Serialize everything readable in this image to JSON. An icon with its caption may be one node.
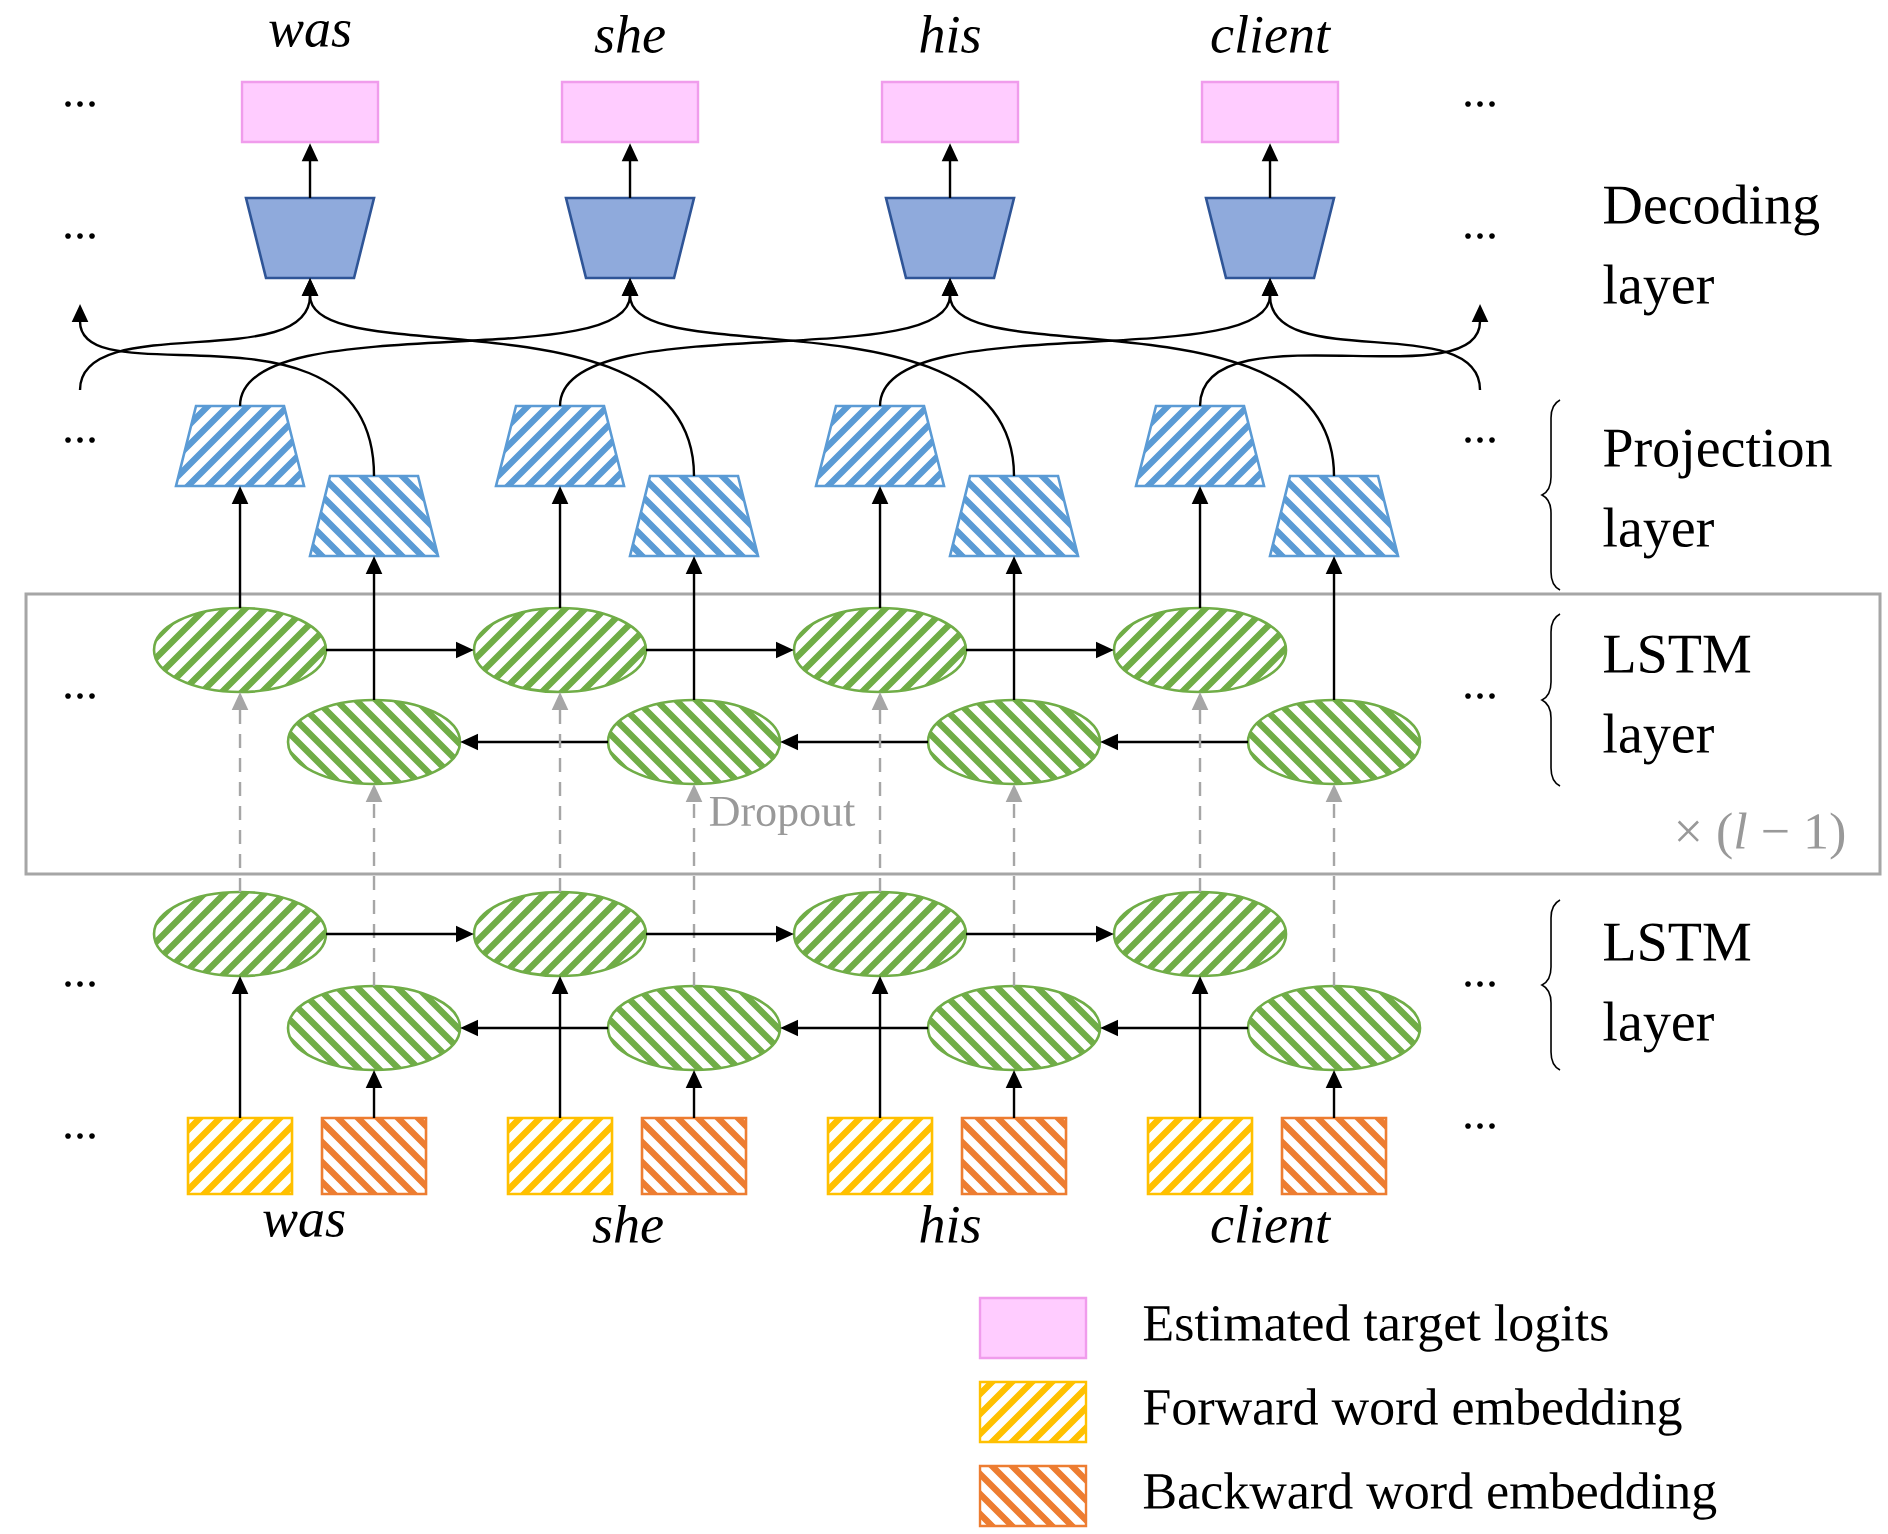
{
  "diagram": {
    "nodes": [
      {
        "text": [
          "Dropout",
          "× (*l* − 1)"
        ]
      },
      {
        "text": [
          "was"
        ]
      },
      {
        "text": [
          "she"
        ]
      },
      {
        "text": [
          "his"
        ]
      },
      {
        "text": [
          "client"
        ]
      },
      {
        "text": [],
        "shape": "trapezoid"
      },
      {
        "text": [],
        "shape": "trapezoid"
      },
      {
        "text": [],
        "shape": "trapezoid"
      },
      {
        "text": [],
        "shape": "trapezoid"
      },
      {
        "text": [],
        "shape": "trapezoid"
      },
      {
        "text": [],
        "shape": "trapezoid"
      },
      {
        "text": [],
        "shape": "trapezoid"
      },
      {
        "text": [],
        "shape": "trapezoid"
      },
      {
        "text": [],
        "shape": "trapezoid"
      },
      {
        "text": [],
        "shape": "trapezoid"
      },
      {
        "text": [],
        "shape": "trapezoid"
      },
      {
        "text": [],
        "shape": "trapezoid"
      },
      {
        "text": [],
        "shape": "ellipse",
        "in": 0
      },
      {
        "text": [],
        "shape": "ellipse",
        "in": 0
      },
      {
        "text": [],
        "shape": "ellipse",
        "in": 0
      },
      {
        "text": [],
        "shape": "ellipse",
        "in": 0
      },
      {
        "text": [],
        "shape": "ellipse",
        "in": 0
      },
      {
        "text": [],
        "shape": "ellipse",
        "in": 0
      },
      {
        "text": [],
        "shape": "ellipse",
        "in": 0
      },
      {
        "text": [],
        "shape": "ellipse",
        "in": 0
      },
      {
        "text": [],
        "shape": "ellipse"
      },
      {
        "text": [],
        "shape": "ellipse"
      },
      {
        "text": [],
        "shape": "ellipse"
      },
      {
        "text": [],
        "shape": "ellipse"
      },
      {
        "text": [],
        "shape": "ellipse"
      },
      {
        "text": [],
        "shape": "ellipse"
      },
      {
        "text": [],
        "shape": "ellipse"
      },
      {
        "text": [],
        "shape": "ellipse"
      },
      {
        "text": [],
        "shape": "box"
      },
      {
        "text": [],
        "shape": "box"
      },
      {
        "text": [],
        "shape": "box"
      },
      {
        "text": [],
        "shape": "box"
      },
      {
        "text": [],
        "shape": "box"
      },
      {
        "text": [],
        "shape": "box"
      },
      {
        "text": [],
        "shape": "box"
      },
      {
        "text": [],
        "shape": "box"
      }
    ],
    "edges": [
      {
        "from": 5,
        "to": 1,
        "arrow": "to"
      },
      {
        "from": 6,
        "to": 2,
        "arrow": "to"
      },
      {
        "from": 7,
        "to": 3,
        "arrow": "to"
      },
      {
        "from": 8,
        "to": 4,
        "arrow": "to"
      },
      {
        "from": null,
        "to": 5,
        "arrow": "to"
      },
      {
        "from": 9,
        "to": 6,
        "arrow": "to"
      },
      {
        "from": 11,
        "to": 7,
        "arrow": "to"
      },
      {
        "from": 13,
        "to": 8,
        "arrow": "to"
      },
      {
        "from": 15,
        "to": null,
        "arrow": "to"
      },
      {
        "from": 10,
        "to": null,
        "arrow": "to"
      },
      {
        "from": 12,
        "to": 5,
        "arrow": "to"
      },
      {
        "from": 14,
        "to": 6,
        "arrow": "to"
      },
      {
        "from": 16,
        "to": 7,
        "arrow": "to"
      },
      {
        "from": null,
        "to": 8,
        "arrow": "to"
      },
      {
        "from": 17,
        "to": 9,
        "arrow": "to"
      },
      {
        "from": 18,
        "to": 10,
        "arrow": "to"
      },
      {
        "from": 19,
        "to": 11,
        "arrow": "to"
      },
      {
        "from": 20,
        "to": 12,
        "arrow": "to"
      },
      {
        "from": 21,
        "to": 13,
        "arrow": "to"
      },
      {
        "from": 22,
        "to": 14,
        "arrow": "to"
      },
      {
        "from": 23,
        "to": 15,
        "arrow": "to"
      },
      {
        "from": 24,
        "to": 16,
        "arrow": "to"
      },
      {
        "from": 17,
        "to": 19,
        "arrow": "to"
      },
      {
        "from": 19,
        "to": 21,
        "arrow": "to"
      },
      {
        "from": 21,
        "to": 23,
        "arrow": "to"
      },
      {
        "from": 24,
        "to": 22,
        "arrow": "to"
      },
      {
        "from": 22,
        "to": 20,
        "arrow": "to"
      },
      {
        "from": 20,
        "to": 18,
        "arrow": "to"
      },
      {
        "from": 25,
        "to": 17,
        "arrow": "to",
        "style": "dashed",
        "color": "#a6a6a6"
      },
      {
        "from": 26,
        "to": 18,
        "arrow": "to",
        "style": "dashed",
        "color": "#a6a6a6"
      },
      {
        "from": 27,
        "to": 19,
        "arrow": "to",
        "style": "dashed",
        "color": "#a6a6a6"
      },
      {
        "from": 28,
        "to": 20,
        "arrow": "to",
        "style": "dashed",
        "color": "#a6a6a6"
      },
      {
        "from": 29,
        "to": 21,
        "arrow": "to",
        "style": "dashed",
        "color": "#a6a6a6"
      },
      {
        "from": 30,
        "to": 22,
        "arrow": "to",
        "style": "dashed",
        "color": "#a6a6a6"
      },
      {
        "from": 31,
        "to": 23,
        "arrow": "to",
        "style": "dashed",
        "color": "#a6a6a6"
      },
      {
        "from": 32,
        "to": 24,
        "arrow": "to",
        "style": "dashed",
        "color": "#a6a6a6"
      },
      {
        "from": 25,
        "to": 27,
        "arrow": "to"
      },
      {
        "from": 27,
        "to": 29,
        "arrow": "to"
      },
      {
        "from": 29,
        "to": 31,
        "arrow": "to"
      },
      {
        "from": 32,
        "to": 30,
        "arrow": "to"
      },
      {
        "from": 30,
        "to": 28,
        "arrow": "to"
      },
      {
        "from": 28,
        "to": 26,
        "arrow": "to"
      },
      {
        "from": 33,
        "to": 25,
        "arrow": "to"
      },
      {
        "from": 34,
        "to": 26,
        "arrow": "to"
      },
      {
        "from": 35,
        "to": 27,
        "arrow": "to"
      },
      {
        "from": 36,
        "to": 28,
        "arrow": "to"
      },
      {
        "from": 37,
        "to": 29,
        "arrow": "to"
      },
      {
        "from": 38,
        "to": 30,
        "arrow": "to"
      },
      {
        "from": 39,
        "to": 31,
        "arrow": "to"
      },
      {
        "from": 40,
        "to": 32,
        "arrow": "to"
      }
    ],
    "labels": [
      "...",
      "...",
      "...",
      "...",
      "Decoding layer",
      "...",
      "...",
      "Projection layer",
      "...",
      "...",
      "LSTM layer",
      "...",
      "...",
      "LSTM layer",
      "...",
      "...",
      "was",
      "she",
      "his",
      "client"
    ],
    "legend": [
      {
        "text": "Estimated target logits",
        "color": "#ffccff"
      },
      {
        "text": "Forward word embedding",
        "color": "#ffc000"
      },
      {
        "text": "Backward word embedding",
        "color": "#ed7d31"
      }
    ]
  }
}
